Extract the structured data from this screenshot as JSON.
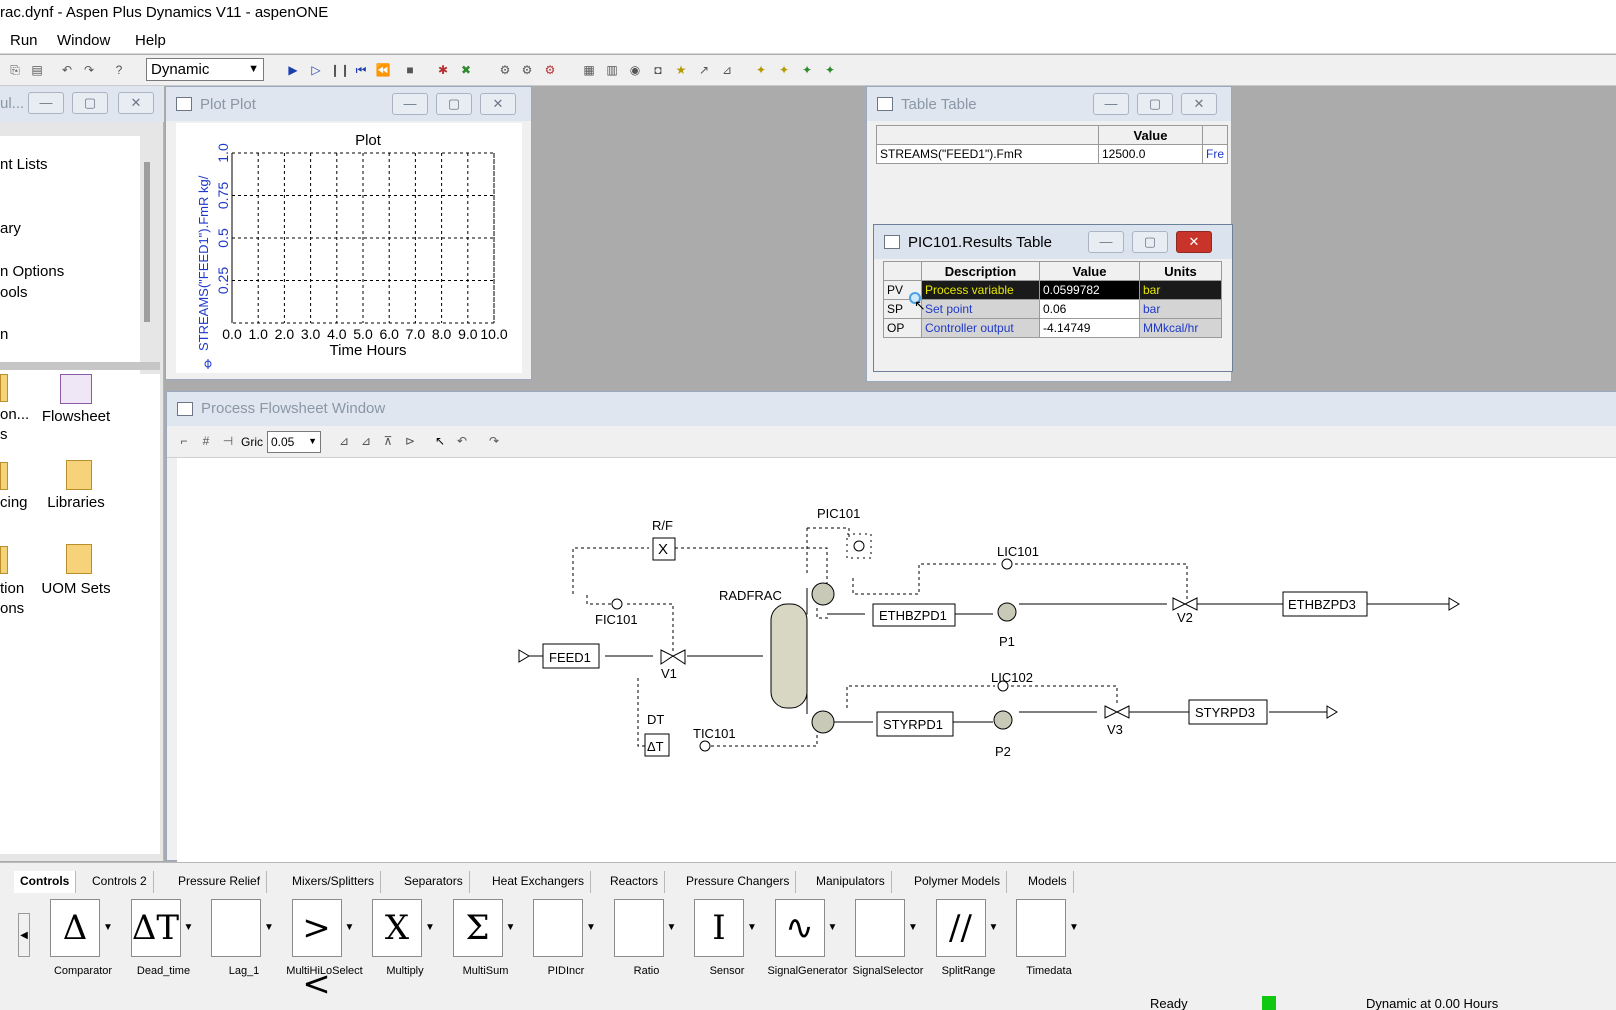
{
  "app": {
    "title": "rac.dynf - Aspen Plus Dynamics V11 - aspenONE"
  },
  "menu": [
    "Run",
    "Window",
    "Help"
  ],
  "toolbar": {
    "mode": "Dynamic"
  },
  "left_panel": {
    "title": "ul...",
    "tree": [
      "nt Lists",
      "ary",
      "n Options",
      "ools",
      "n"
    ],
    "icons": [
      {
        "label": "on...",
        "sub": "s",
        "icon": "folder-icon"
      },
      {
        "label": "Flowsheet",
        "icon": "flowsheet-icon"
      },
      {
        "label": "cing",
        "icon": "folder-icon"
      },
      {
        "label": "Libraries",
        "icon": "folder-icon"
      },
      {
        "label": "tion",
        "sub": "ons",
        "icon": "folder-icon"
      },
      {
        "label": "UOM Sets",
        "icon": "folder-icon"
      }
    ]
  },
  "plot_window": {
    "title": "Plot Plot",
    "chart_title": "Plot",
    "ylabel": "STREAMS(\"FEED1\").FmR kg/",
    "xlabel": "Time Hours",
    "yticks": [
      "0.25",
      "0.5",
      "0.75",
      "1.0"
    ],
    "xticks": [
      "0.0",
      "1.0",
      "2.0",
      "3.0",
      "4.0",
      "5.0",
      "6.0",
      "7.0",
      "8.0",
      "9.0",
      "10.0"
    ]
  },
  "table_window": {
    "title": "Table Table",
    "header_value": "Value",
    "rows": [
      {
        "name": "STREAMS(\"FEED1\").FmR",
        "value": "12500.0",
        "spec": "Fre"
      }
    ]
  },
  "pic_table": {
    "title": "PIC101.Results Table",
    "headers": [
      "Description",
      "Value",
      "Units"
    ],
    "rows": [
      {
        "key": "PV",
        "desc": "Process variable",
        "value": "0.0599782",
        "units": "bar"
      },
      {
        "key": "SP",
        "desc": "Set point",
        "value": "0.06",
        "units": "bar"
      },
      {
        "key": "OP",
        "desc": "Controller output",
        "value": "-4.14749",
        "units": "MMkcal/hr"
      }
    ]
  },
  "flowsheet": {
    "title": "Process Flowsheet Window",
    "grid_label": "Gric",
    "grid_value": "0.05",
    "blocks": {
      "rf": "R/F",
      "rf_sym": "X",
      "pic101": "PIC101",
      "lic101": "LIC101",
      "radfrac": "RADFRAC",
      "fic101": "FIC101",
      "feed1": "FEED1",
      "v1": "V1",
      "ethbzpd1": "ETHBZPD1",
      "p1": "P1",
      "v2": "V2",
      "ethbzpd3": "ETHBZPD3",
      "lic102": "LIC102",
      "dt": "DT",
      "dt_sym": "ΔT",
      "tic101": "TIC101",
      "styrpd1": "STYRPD1",
      "p2": "P2",
      "v3": "V3",
      "styrpd3": "STYRPD3"
    }
  },
  "palette": {
    "tabs": [
      "Controls",
      "Controls 2",
      "Pressure Relief",
      "Mixers/Splitters",
      "Separators",
      "Heat Exchangers",
      "Reactors",
      "Pressure Changers",
      "Manipulators",
      "Polymer Models",
      "Models"
    ],
    "items": [
      {
        "label": "Comparator",
        "glyph": "Δ"
      },
      {
        "label": "Dead_time",
        "glyph": "ΔT"
      },
      {
        "label": "Lag_1",
        "glyph": ""
      },
      {
        "label": "MultiHiLoSelect",
        "glyph": "><"
      },
      {
        "label": "Multiply",
        "glyph": "X"
      },
      {
        "label": "MultiSum",
        "glyph": "Σ"
      },
      {
        "label": "PIDIncr",
        "glyph": ""
      },
      {
        "label": "Ratio",
        "glyph": ""
      },
      {
        "label": "Sensor",
        "glyph": "I"
      },
      {
        "label": "SignalGenerator",
        "glyph": "∿"
      },
      {
        "label": "SignalSelector",
        "glyph": ""
      },
      {
        "label": "SplitRange",
        "glyph": "//"
      },
      {
        "label": "Timedata",
        "glyph": ""
      }
    ]
  },
  "status": {
    "ready": "Ready",
    "sim": "Dynamic at 0.00 Hours"
  },
  "colors": {
    "pv_row_bg": "#1a1a1a",
    "pv_text": "#e6e600",
    "sp_text": "#1f39c8",
    "close_active": "#c8342a"
  }
}
